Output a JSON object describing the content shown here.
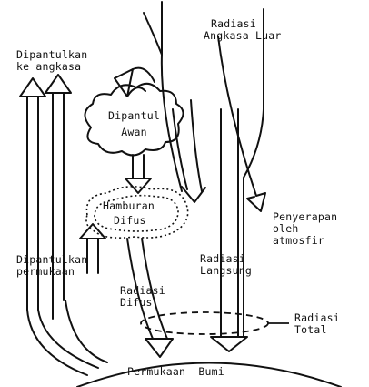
{
  "labels": {
    "radiasi_angkasa": [
      "Radiasi",
      "Angkasa Luar"
    ],
    "dipantulkan_angkasa": [
      "Dipantulkan",
      "ke angkasa"
    ],
    "dipantul_awan": [
      "Dipantul",
      "Awan"
    ],
    "hamburan_difus": [
      "Hamburan",
      "Difus"
    ],
    "penyerapan": [
      "Penyerapan",
      "oleh",
      "atmosfir"
    ],
    "dipantulkan_permukaan": [
      "Dipantulkan",
      "permukaan"
    ],
    "radiasi_langsung": [
      "Radiasi",
      "Langsung"
    ],
    "radiasi_difus": [
      "Radiasi",
      "Difus"
    ],
    "radiasi_total": [
      "Radiasi",
      "Total"
    ],
    "permukaan_bumi": "Permukaan  Bumi"
  }
}
